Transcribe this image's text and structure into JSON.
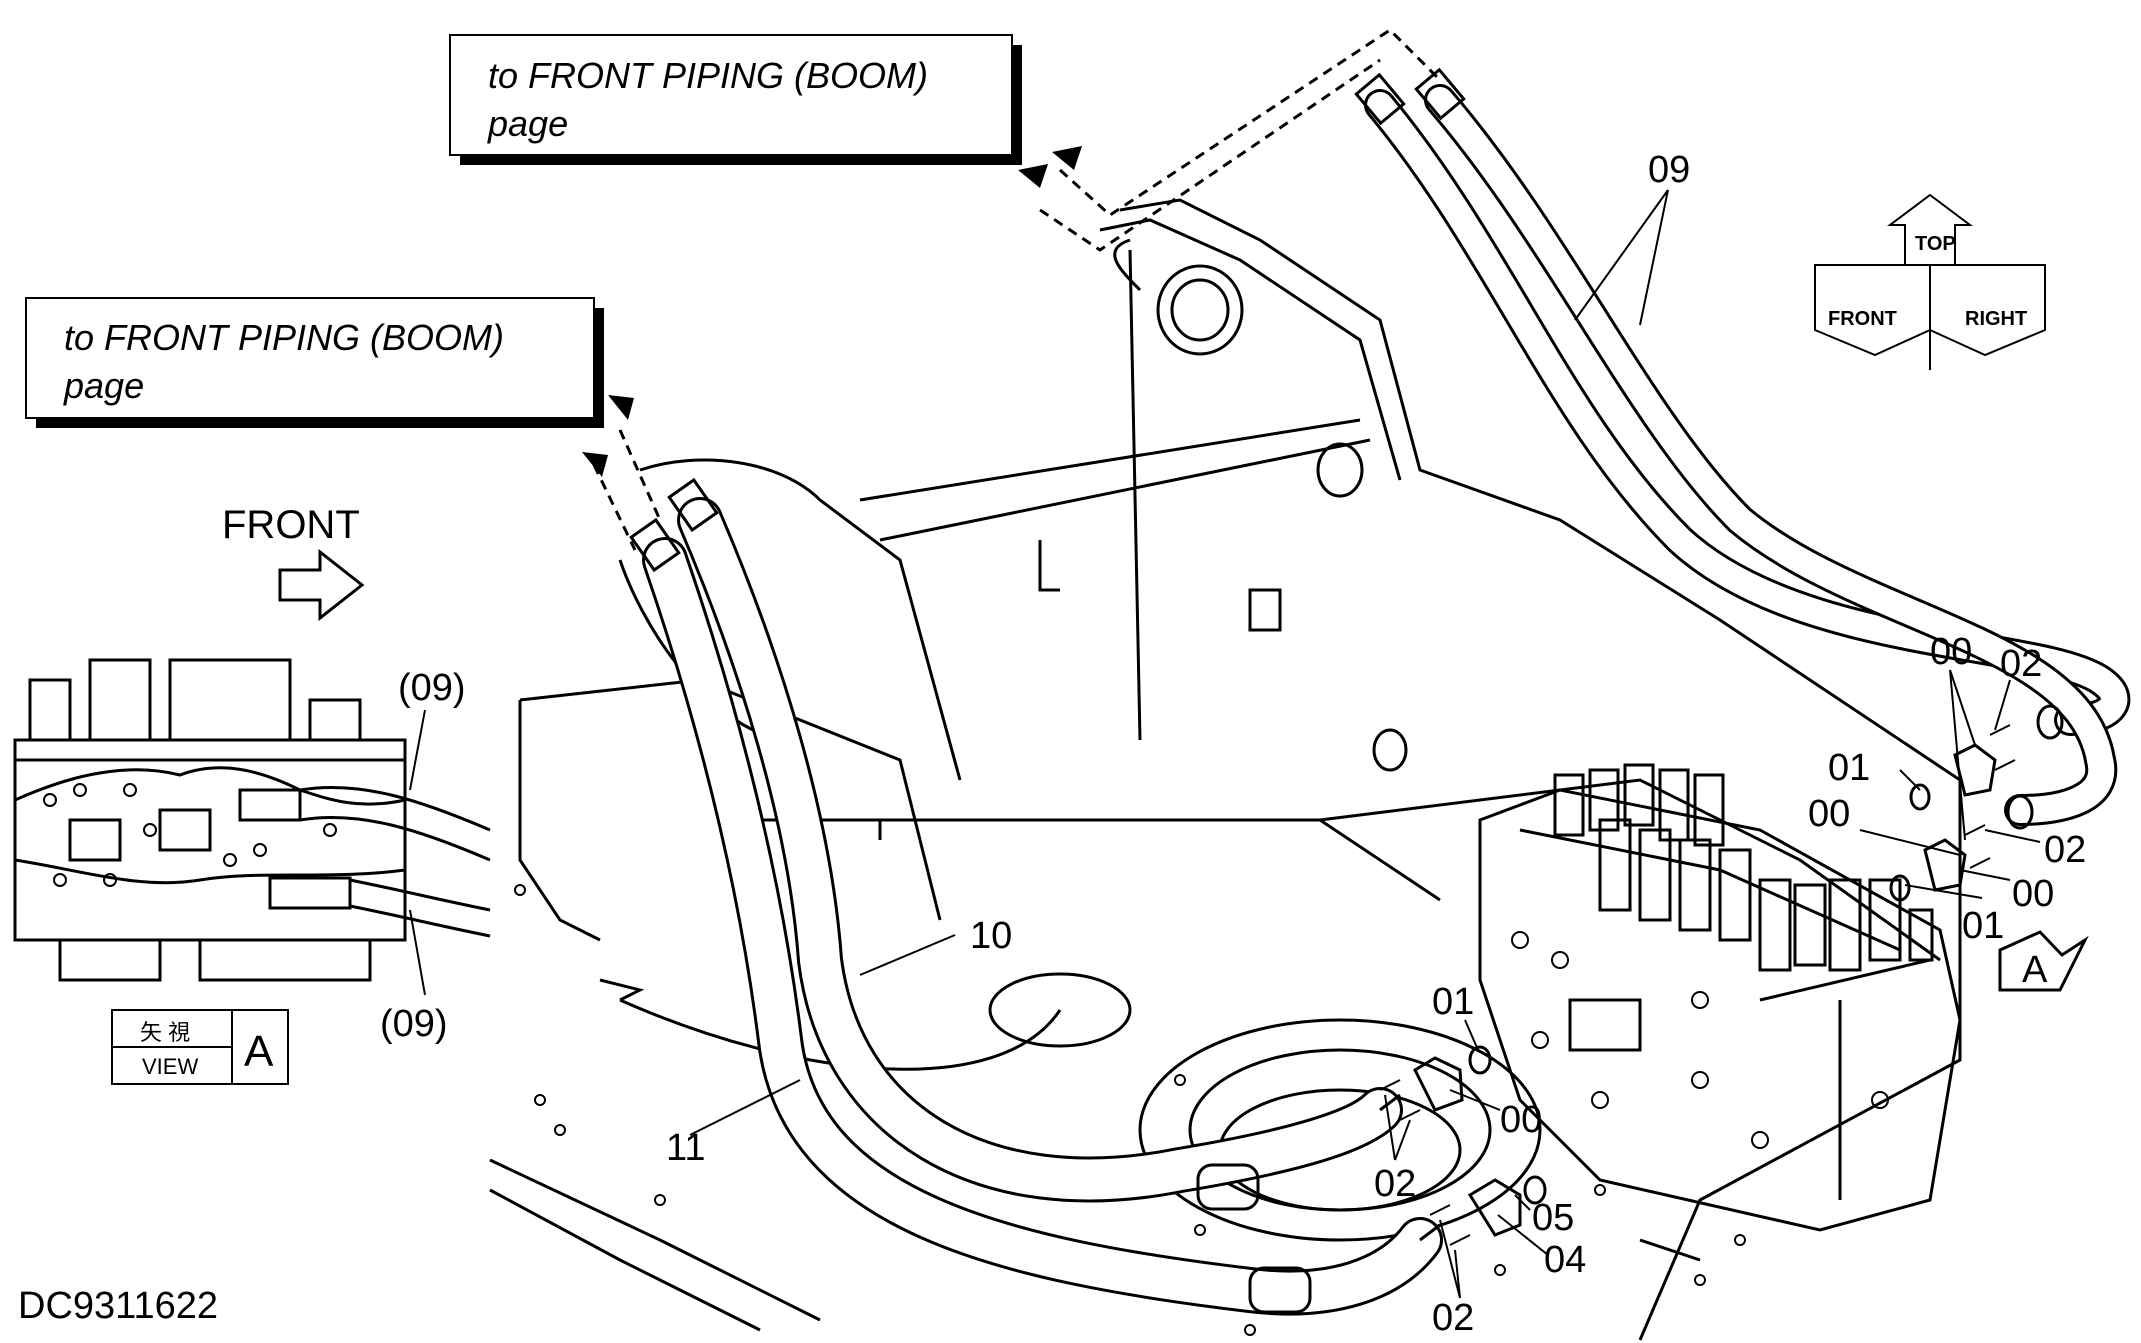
{
  "references": [
    {
      "line1": "to FRONT PIPING (BOOM)",
      "line2": "page"
    },
    {
      "line1": "to FRONT PIPING (BOOM)",
      "line2": "page"
    }
  ],
  "front_label": "FRONT",
  "view_box": {
    "kanji": "矢 視",
    "view": "VIEW",
    "letter": "A"
  },
  "view_arrow_letter": "A",
  "orientation": {
    "front": "FRONT",
    "top": "TOP",
    "right": "RIGHT"
  },
  "callouts": {
    "c09_top": "09",
    "c09_inset_top": "(09)",
    "c09_inset_bottom": "(09)",
    "c10": "10",
    "c11": "11",
    "c00_a": "00",
    "c02_a": "02",
    "c01_a": "01",
    "c00_b": "00",
    "c02_b": "02",
    "c00_c": "00",
    "c01_b": "01",
    "c01_c": "01",
    "c00_d": "00",
    "c02_c": "02",
    "c05": "05",
    "c04": "04",
    "c02_d": "02"
  },
  "document_id": "DC9311622"
}
